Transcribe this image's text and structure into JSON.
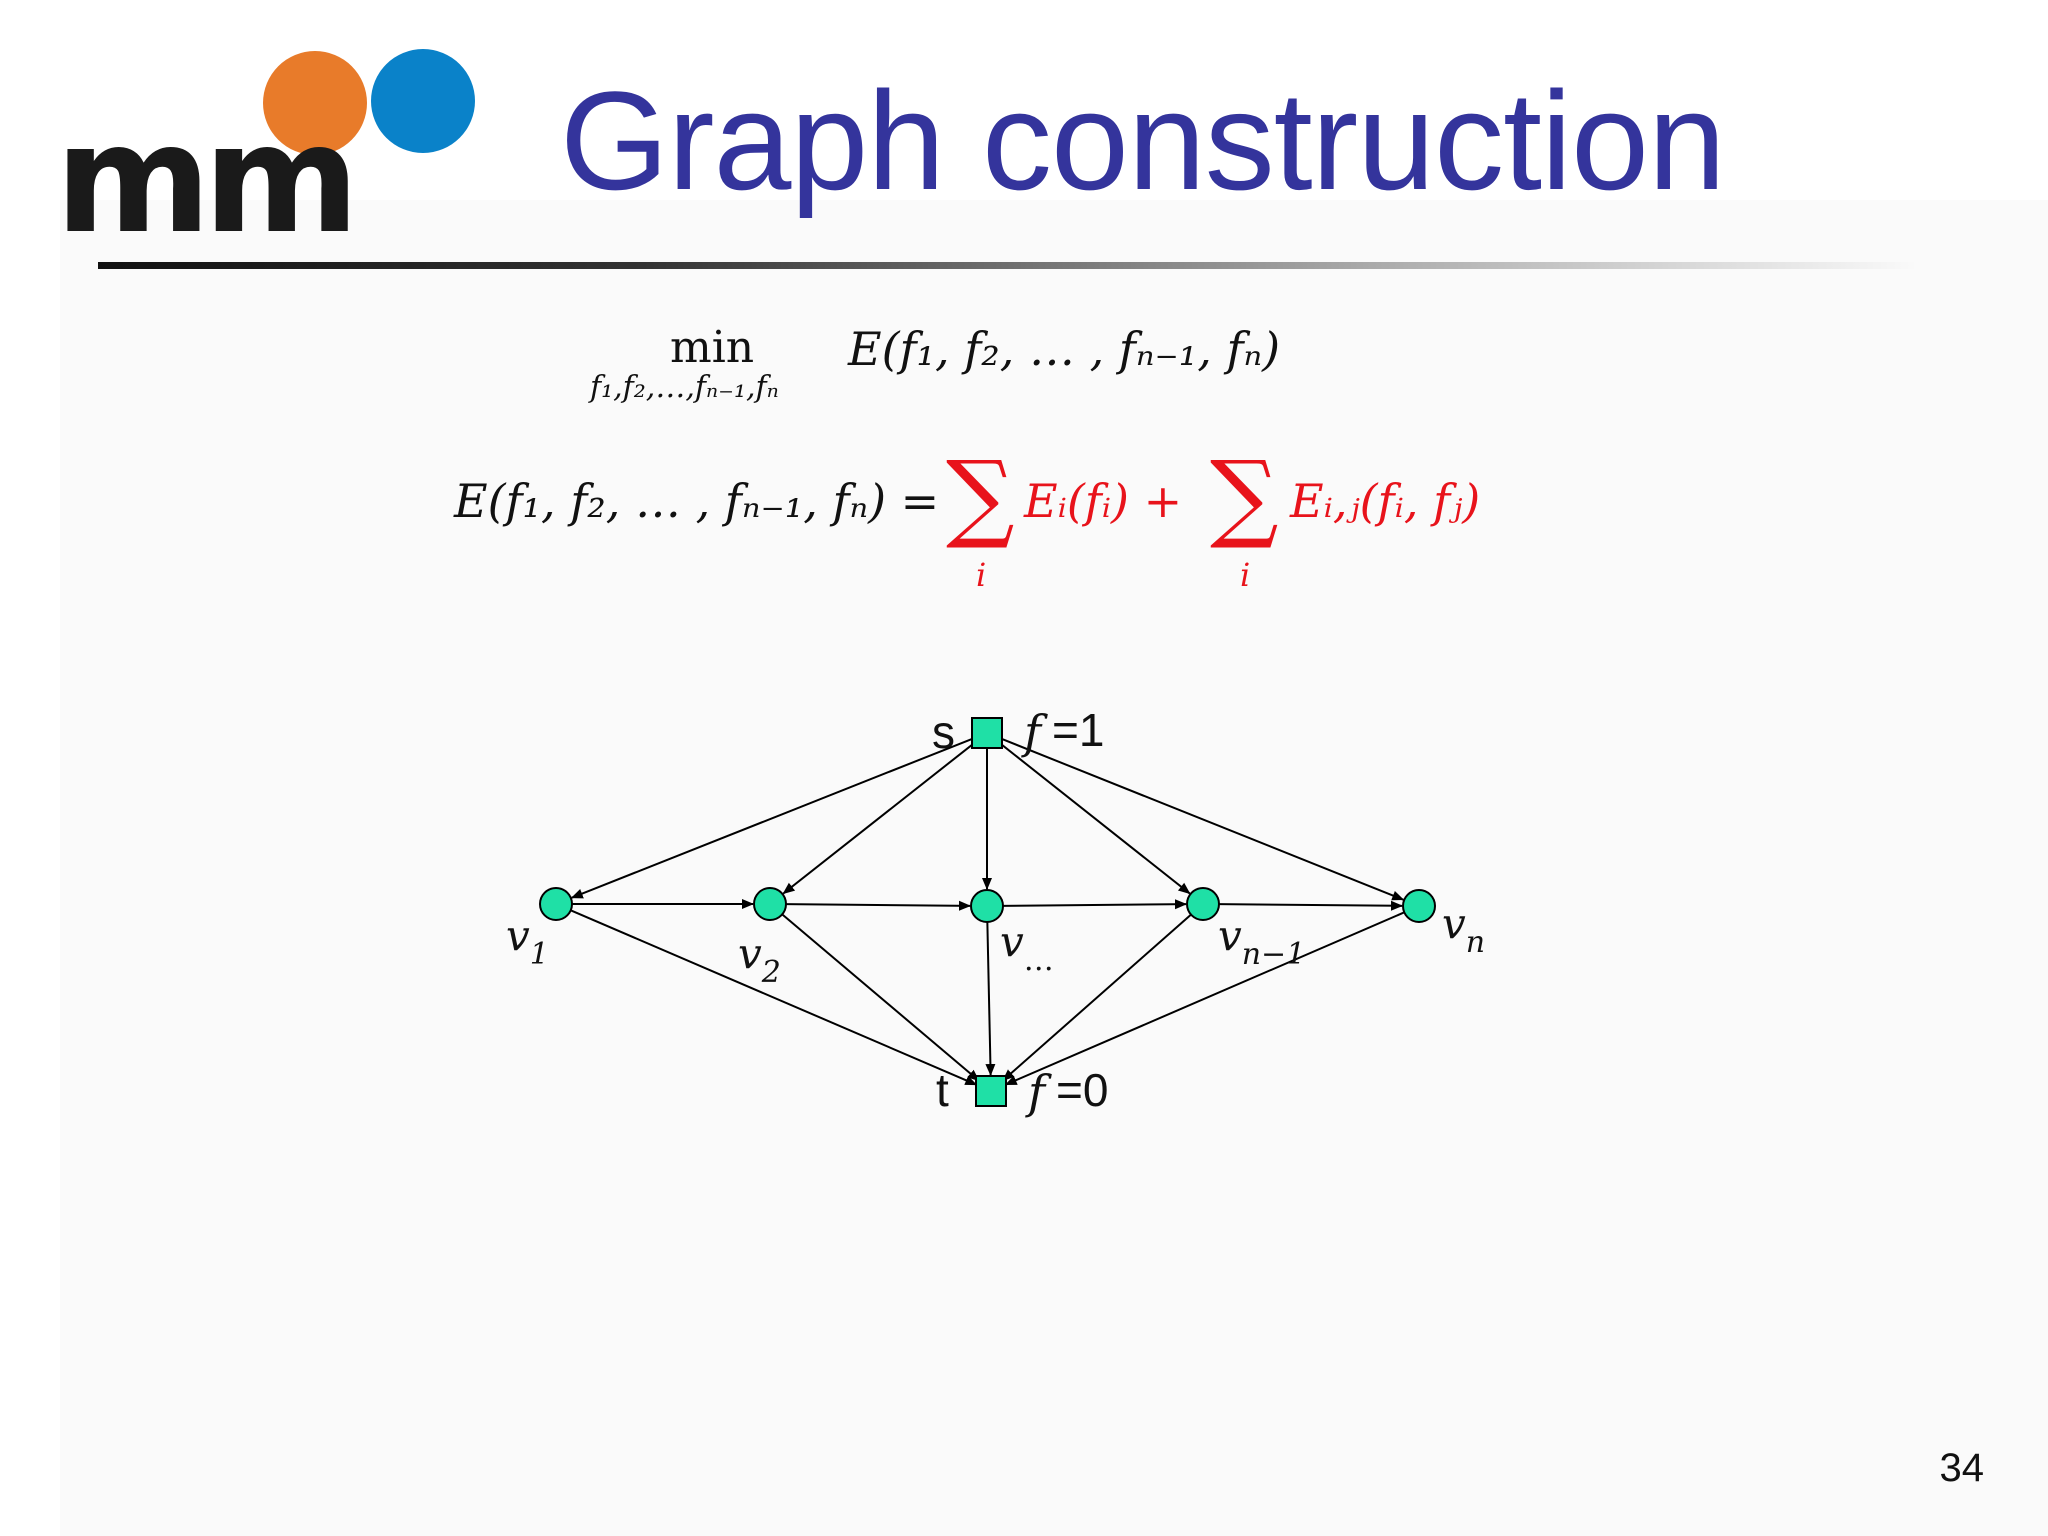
{
  "slide": {
    "title": "Graph construction",
    "page_number": "34",
    "colors": {
      "title": "#34349c",
      "accent_red": "#e8131b",
      "node_fill": "#1fe0a6",
      "logo_orange": "#e87b2a",
      "logo_blue": "#0a82c9"
    }
  },
  "logo": {
    "text": "mm",
    "icon": "mm-logo"
  },
  "equation1": {
    "op": "min",
    "subscript": "f₁,f₂,…,fₙ₋₁,fₙ",
    "expr": "E(f₁, f₂, … , fₙ₋₁, fₙ)"
  },
  "equation2": {
    "lhs": "E(f₁, f₂, … , fₙ₋₁, fₙ) =",
    "sum1_symbol": "∑",
    "sum1_index": "i",
    "term1": "Eᵢ(fᵢ) +",
    "sum2_symbol": "∑",
    "sum2_index": "i",
    "term2": "Eᵢ,ⱼ(fᵢ, fⱼ)"
  },
  "graph": {
    "source": {
      "label": "s",
      "f_label": "f",
      "f_value": "=1"
    },
    "sink": {
      "label": "t",
      "f_label": "f",
      "f_value": "=0"
    },
    "nodes": [
      {
        "id": "v1",
        "base": "v",
        "sub": "1"
      },
      {
        "id": "v2",
        "base": "v",
        "sub": "2"
      },
      {
        "id": "vdots",
        "base": "v",
        "sub": "…"
      },
      {
        "id": "vn1",
        "base": "v",
        "sub": "n−1"
      },
      {
        "id": "vn",
        "base": "v",
        "sub": "n"
      }
    ],
    "edges": [
      [
        "s",
        "v1"
      ],
      [
        "s",
        "v2"
      ],
      [
        "s",
        "vdots"
      ],
      [
        "s",
        "vn1"
      ],
      [
        "s",
        "vn"
      ],
      [
        "v1",
        "v2"
      ],
      [
        "v2",
        "vdots"
      ],
      [
        "vdots",
        "vn1"
      ],
      [
        "vn1",
        "vn"
      ],
      [
        "v1",
        "t"
      ],
      [
        "v2",
        "t"
      ],
      [
        "vdots",
        "t"
      ],
      [
        "vn1",
        "t"
      ],
      [
        "vn",
        "t"
      ]
    ]
  }
}
